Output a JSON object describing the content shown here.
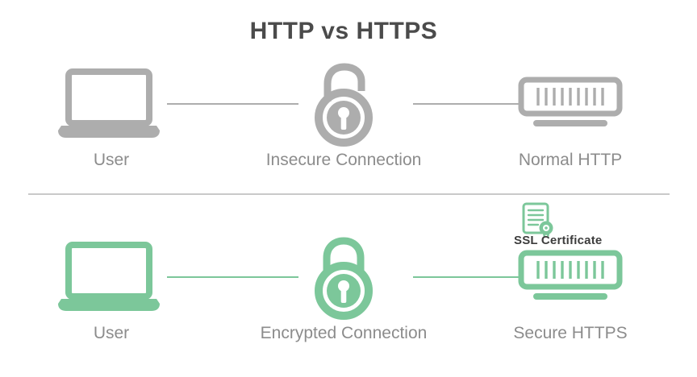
{
  "title": "HTTP vs HTTPS",
  "colors": {
    "gray": "#adadad",
    "green": "#7cc79a",
    "label": "#8c8c8c",
    "title": "#4b4b4b",
    "ssl_label": "#3d3d3d",
    "divider": "#c9c9c9"
  },
  "icons": {
    "laptop": "laptop-icon",
    "open_padlock": "unlocked-padlock-icon",
    "closed_padlock": "locked-padlock-icon",
    "server": "server-icon",
    "certificate": "ssl-certificate-icon"
  },
  "rows": [
    {
      "id": "http",
      "user_label": "User",
      "connection_label": "Insecure Connection",
      "server_label": "Normal HTTP",
      "lock_state": "open"
    },
    {
      "id": "https",
      "user_label": "User",
      "connection_label": "Encrypted Connection",
      "server_label": "Secure HTTPS",
      "lock_state": "closed",
      "certificate_label": "SSL Certificate"
    }
  ]
}
